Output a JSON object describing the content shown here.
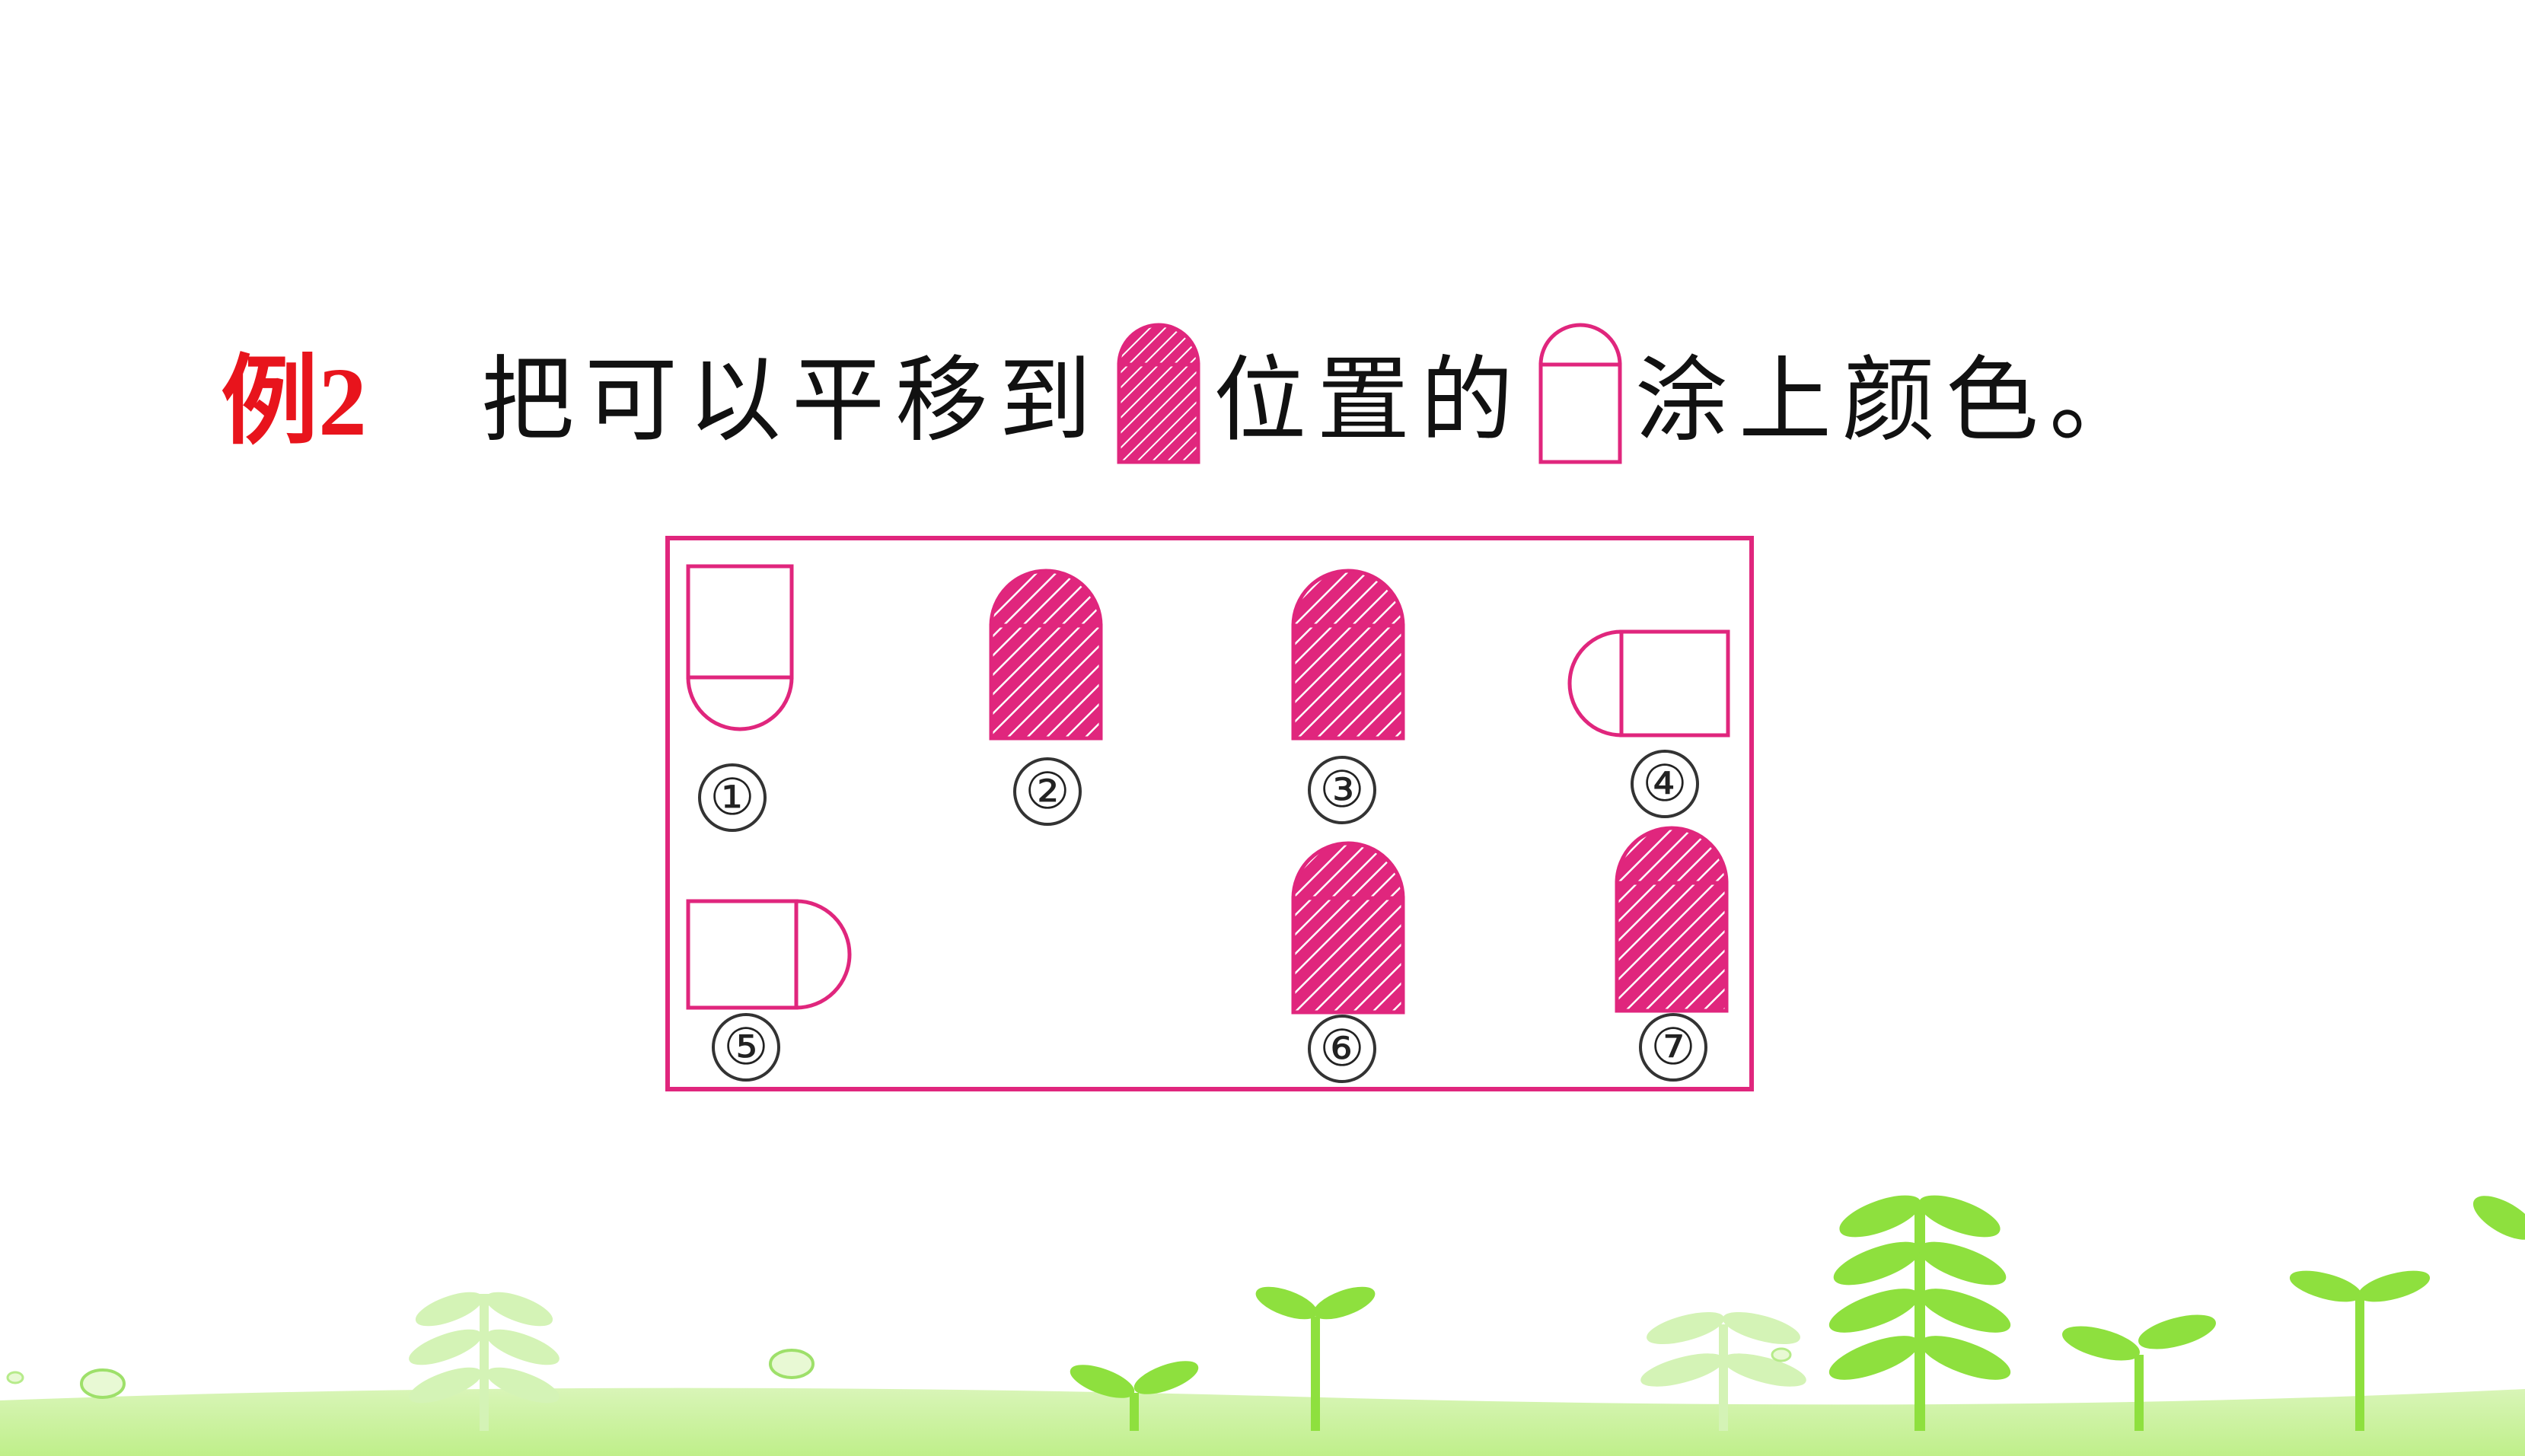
{
  "header": {
    "example_label": "例2",
    "instruction_part1": "把可以平移到",
    "instruction_part2": "位置的",
    "instruction_part3": "涂上颜色。"
  },
  "legend_icons": {
    "target_shape": "shaded-arch-shape-icon",
    "blank_shape": "blank-arch-shape-icon"
  },
  "figure": {
    "items": [
      {
        "number": "①",
        "orientation": "down",
        "shaded": false
      },
      {
        "number": "②",
        "orientation": "up",
        "shaded": true
      },
      {
        "number": "③",
        "orientation": "up",
        "shaded": true
      },
      {
        "number": "④",
        "orientation": "left",
        "shaded": false
      },
      {
        "number": "⑤",
        "orientation": "right",
        "shaded": false
      },
      {
        "number": "⑥",
        "orientation": "up",
        "shaded": true
      },
      {
        "number": "⑦",
        "orientation": "up",
        "shaded": true
      }
    ]
  },
  "colors": {
    "accent_red": "#e8141c",
    "shape_magenta": "#e0267d",
    "leaf_green": "#8ee03e"
  }
}
